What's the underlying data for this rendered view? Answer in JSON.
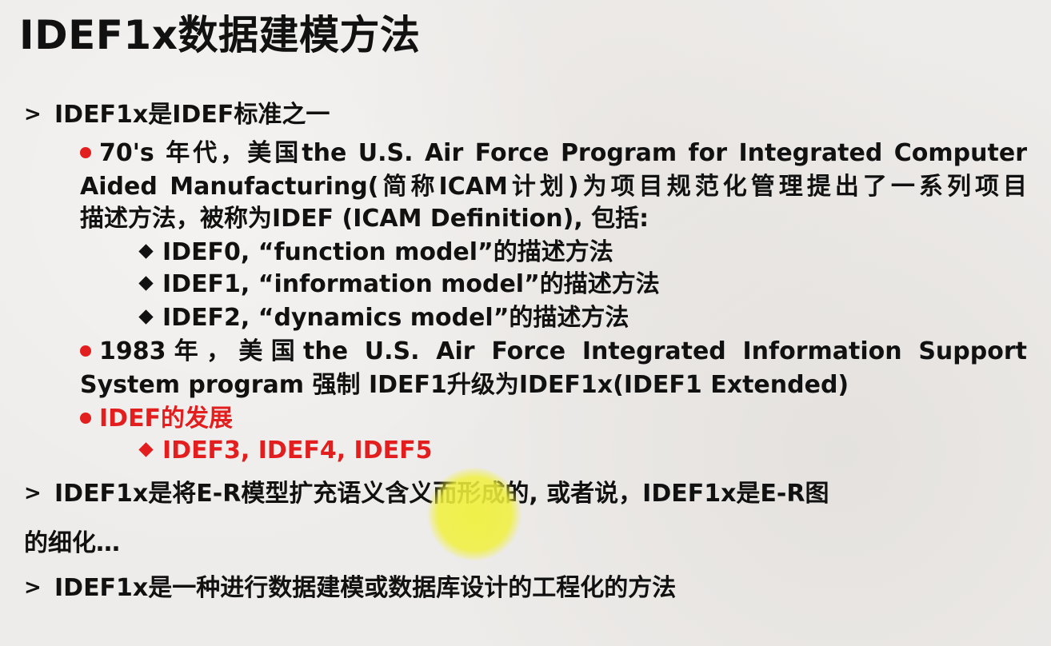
{
  "title": "IDEF1x数据建模方法",
  "bullets": {
    "b1": "IDEF1x是IDEF标准之一",
    "s1_line1": "70's 年代，美国the U.S. Air Force Program for Integrated Computer",
    "s1_line2": "Aided Manufacturing(简称ICAM计划)为项目规范化管理提出了一系列项目",
    "s1_line3": "描述方法，被称为IDEF (ICAM Definition), 包括:",
    "d1": "IDEF0, “function model”的描述方法",
    "d2": "IDEF1, “information model”的描述方法",
    "d3": "IDEF2, “dynamics model”的描述方法",
    "s2_line1": "1983年，美国the U.S. Air Force Integrated Information Support",
    "s2_line2": "System program 强制 IDEF1升级为IDEF1x(IDEF1 Extended)",
    "s3": "IDEF的发展",
    "d4": "IDEF3, IDEF4, IDEF5",
    "b2_line1": "IDEF1x是将E-R模型扩充语义含义而形成的, 或者说，IDEF1x是E-R图",
    "b2_line2": "的细化…",
    "b3": "IDEF1x是一种进行数据建模或数据库设计的工程化的方法"
  },
  "colors": {
    "accent_red": "#e21e1e",
    "text": "#111111",
    "highlight": "#f0f03c"
  },
  "icons": {
    "level1": "arrowhead-bullet-icon",
    "level2": "red-dot-bullet-icon",
    "level3": "diamond-bullet-icon"
  }
}
